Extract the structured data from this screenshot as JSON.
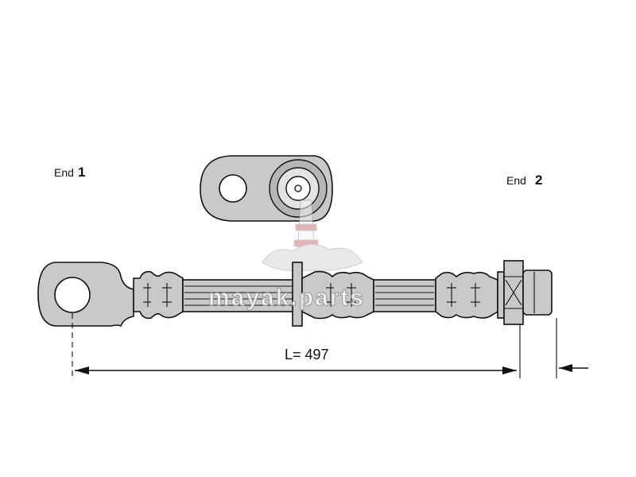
{
  "labels": {
    "end1_prefix": "End",
    "end1_number": "1",
    "end2_prefix": "End",
    "end2_number": "2",
    "length_label": "L= 497"
  },
  "watermark": {
    "text": "mayak.parts",
    "color": "#9a9a9a"
  },
  "colors": {
    "line": "#111111",
    "part_fill": "#c9c9c9",
    "background": "#ffffff"
  }
}
